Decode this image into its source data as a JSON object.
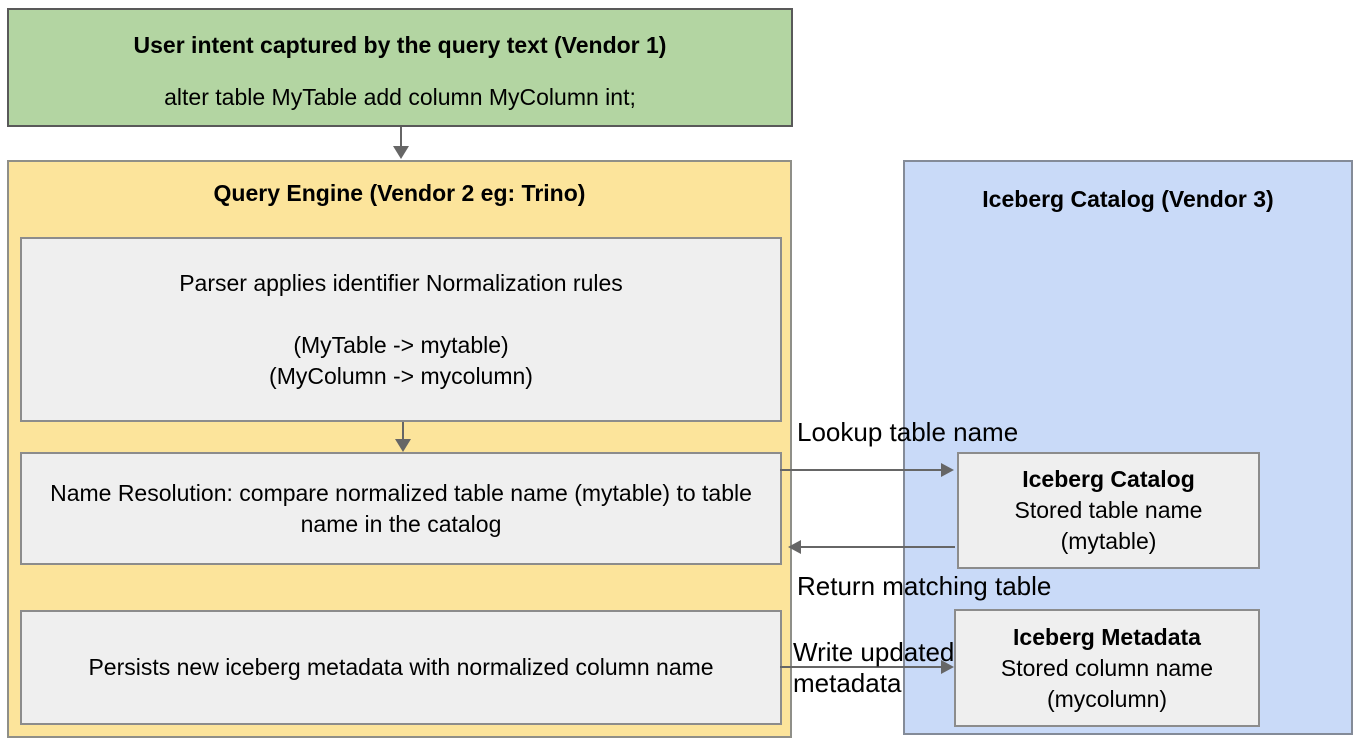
{
  "colors": {
    "user_intent_fill": "#b3d5a2",
    "query_engine_fill": "#fce49b",
    "iceberg_catalog_fill": "#c9daf8",
    "inner_box_fill": "#efefef",
    "arrow_color": "#666666",
    "text_color": "#000000"
  },
  "user_intent_box": {
    "title": "User intent captured by the query text (Vendor 1)",
    "query": "alter table MyTable add column MyColumn int;"
  },
  "query_engine": {
    "title": "Query Engine (Vendor 2 eg: Trino)",
    "parser_box": {
      "line1": "Parser applies identifier Normalization rules",
      "line2": "(MyTable -> mytable)",
      "line3": "(MyColumn -> mycolumn)"
    },
    "name_resolution_box": {
      "text": "Name Resolution: compare normalized table name (mytable) to table name in the catalog"
    },
    "persist_box": {
      "text": "Persists new iceberg metadata with normalized column name"
    }
  },
  "iceberg_catalog_panel": {
    "title": "Iceberg Catalog (Vendor 3)",
    "catalog_box": {
      "title": "Iceberg Catalog",
      "line1": "Stored table name",
      "line2": "(mytable)"
    },
    "metadata_box": {
      "title": "Iceberg Metadata",
      "line1": "Stored column name",
      "line2": "(mycolumn)"
    }
  },
  "flow_labels": {
    "lookup": "Lookup table name",
    "return": "Return matching table",
    "write": "Write updated metadata"
  }
}
